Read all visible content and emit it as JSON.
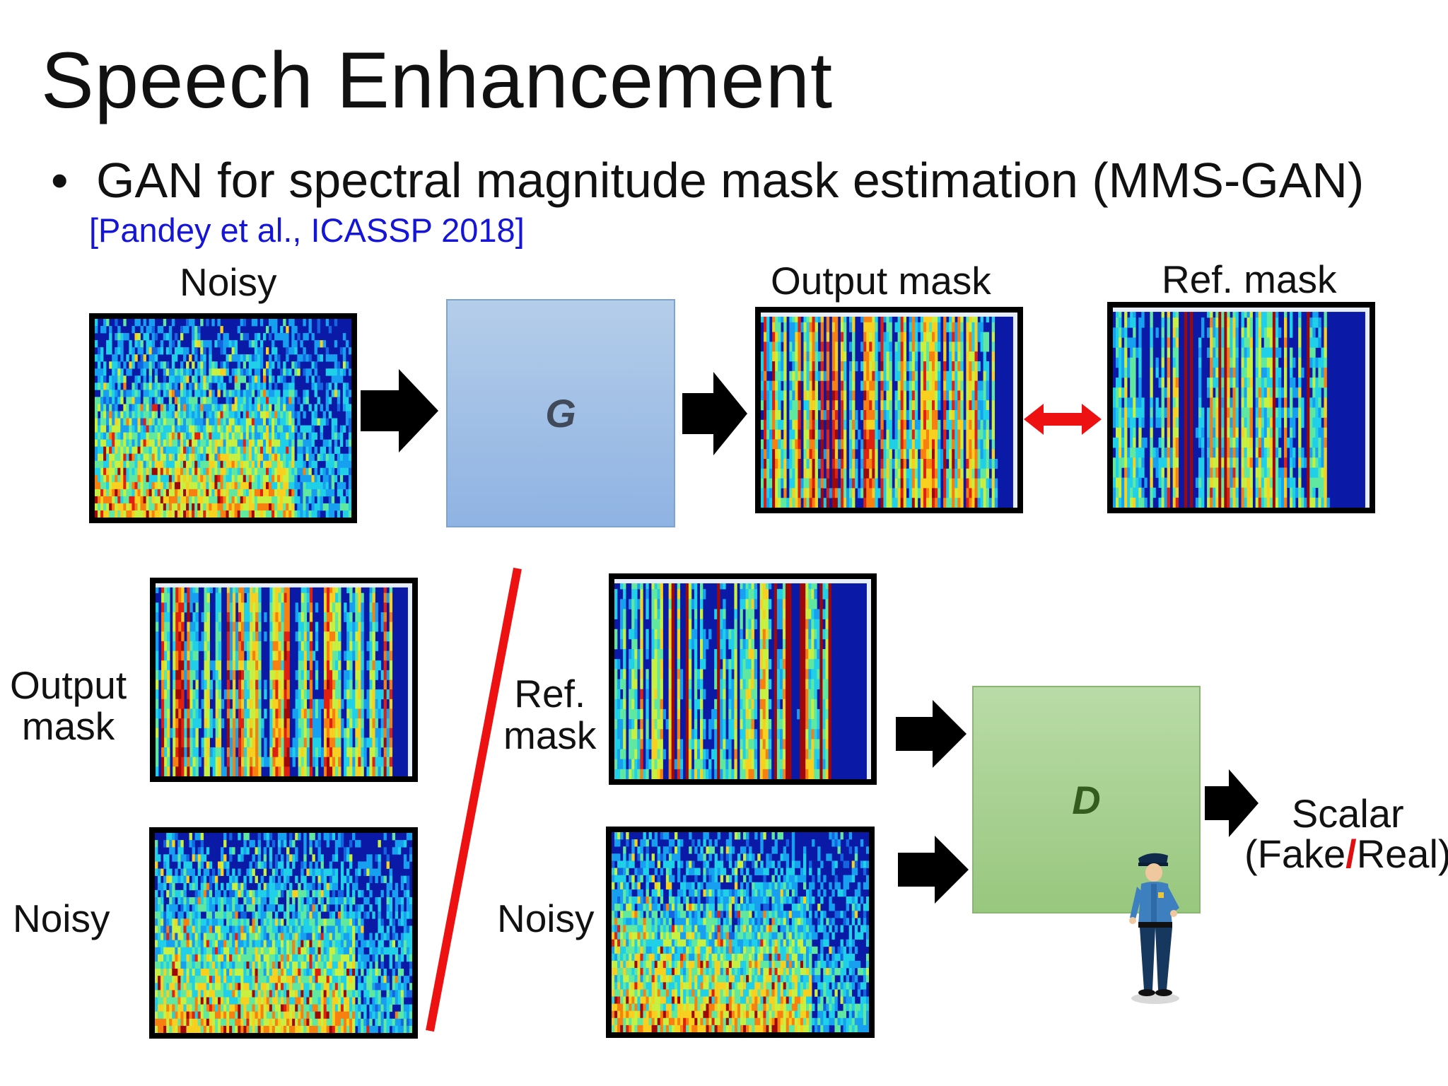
{
  "slide": {
    "title": "Speech Enhancement",
    "bullet": "GAN for spectral magnitude mask estimation (MMS-GAN)",
    "citation": "[Pandey et al., ICASSP 2018]"
  },
  "generator": {
    "input_label": "Noisy",
    "box_label": "G",
    "output_label": "Output mask",
    "reference_label": "Ref. mask"
  },
  "discriminator": {
    "fake_pair": {
      "top_label_line1": "Output",
      "top_label_line2": "mask",
      "bottom_label": "Noisy"
    },
    "real_pair": {
      "top_label_line1": "Ref.",
      "top_label_line2": "mask",
      "bottom_label": "Noisy"
    },
    "box_label": "D",
    "output_line1": "Scalar",
    "output_line2_open": "(Fake",
    "output_line2_slash": "/",
    "output_line2_close": "Real)"
  },
  "icons": [
    "right-arrow-icon",
    "double-arrow-icon",
    "police-officer-icon"
  ],
  "colors": {
    "citation": "#1515d8",
    "g_box": "#a6c4e8",
    "d_box": "#a8d18f",
    "red_accent": "#e01010",
    "spectrogram_background": "#0a1aa6"
  }
}
